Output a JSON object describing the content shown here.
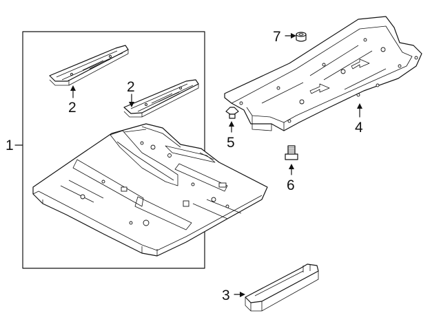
{
  "callouts": [
    {
      "id": "1",
      "label": "1"
    },
    {
      "id": "2a",
      "label": "2"
    },
    {
      "id": "2b",
      "label": "2"
    },
    {
      "id": "3",
      "label": "3"
    },
    {
      "id": "4",
      "label": "4"
    },
    {
      "id": "5",
      "label": "5"
    },
    {
      "id": "6",
      "label": "6"
    },
    {
      "id": "7",
      "label": "7"
    }
  ],
  "colors": {
    "line": "#111111",
    "background": "#ffffff"
  }
}
